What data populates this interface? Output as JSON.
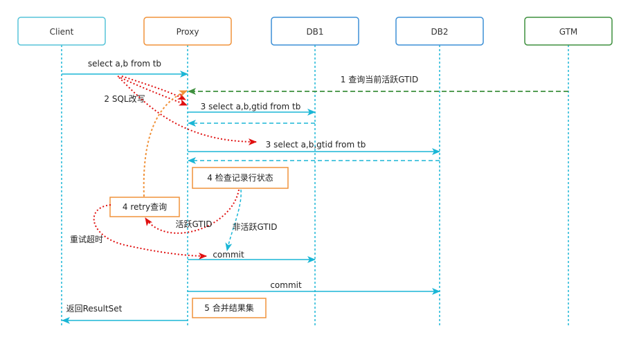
{
  "participants": [
    {
      "id": "client",
      "label": "Client",
      "color": "#56c4d8"
    },
    {
      "id": "proxy",
      "label": "Proxy",
      "color": "#f0923a"
    },
    {
      "id": "db1",
      "label": "DB1",
      "color": "#3c8fd6"
    },
    {
      "id": "db2",
      "label": "DB2",
      "color": "#3c8fd6"
    },
    {
      "id": "gtm",
      "label": "GTM",
      "color": "#3d8f3d"
    }
  ],
  "messages": {
    "select_ab": "select a,b from tb",
    "query_gtid": "1 查询当前活跃GTID",
    "sql_rewrite": "2 SQL改写",
    "select_db1": "3 select a,b,gtid from tb",
    "select_db2": "3 select a,b,gtid from tb",
    "active_gtid": "活跃GTID",
    "inactive_gtid": "非活跃GTID",
    "retry_timeout": "重试超时",
    "commit_db1": "commit",
    "commit_db2": "commit",
    "return_result": "返回ResultSet"
  },
  "notes": {
    "check_status": "4 检查记录行状态",
    "retry_query": "4  retry查询",
    "merge_result": "5 合并结果集"
  },
  "colors": {
    "lifeline": "#1ab6d6",
    "arrow": "#1ab6d6",
    "gtm_arrow": "#3d8f3d",
    "red_path": "#e01010",
    "orange_path": "#f0923a",
    "note_border": "#f0923a"
  }
}
